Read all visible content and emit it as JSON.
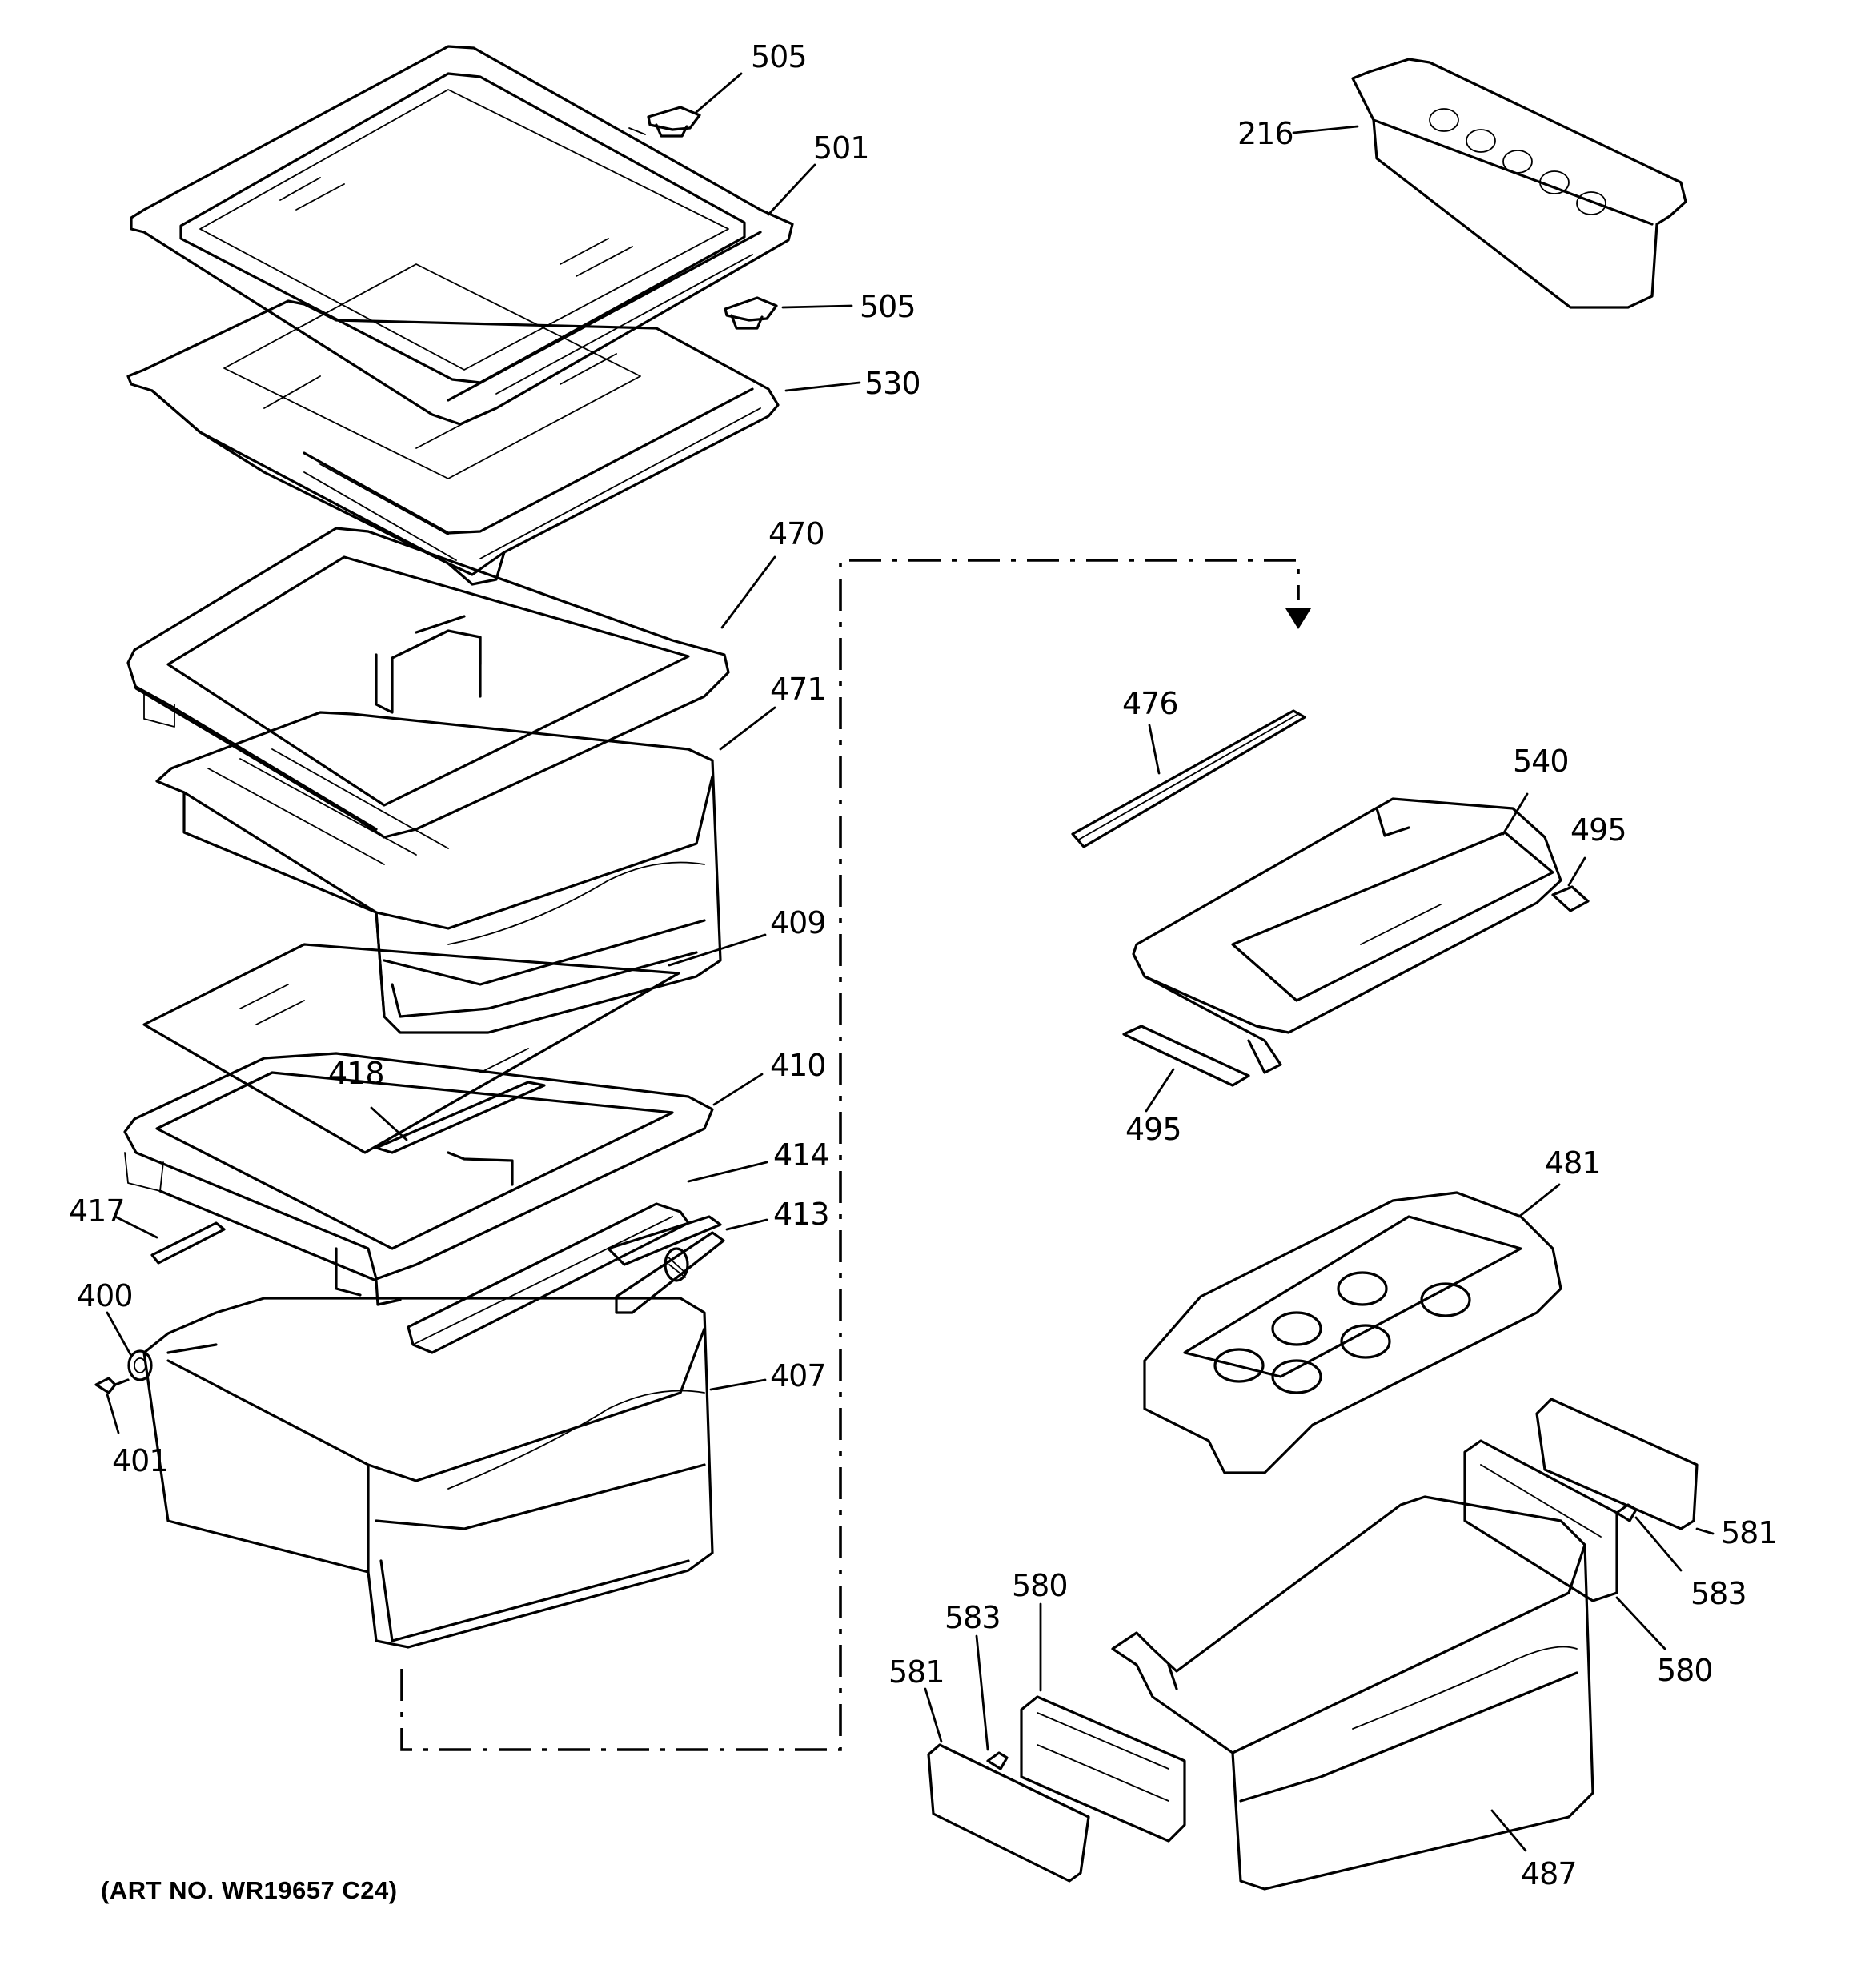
{
  "diagram": {
    "art_number": "(ART NO. WR19657 C24)",
    "callouts": [
      {
        "id": "c505a",
        "label": "505",
        "part": "505"
      },
      {
        "id": "c501",
        "label": "501",
        "part": "501"
      },
      {
        "id": "c505b",
        "label": "505",
        "part": "505"
      },
      {
        "id": "c530",
        "label": "530",
        "part": "530"
      },
      {
        "id": "c216",
        "label": "216",
        "part": "216"
      },
      {
        "id": "c470",
        "label": "470",
        "part": "470"
      },
      {
        "id": "c471",
        "label": "471",
        "part": "471"
      },
      {
        "id": "c409",
        "label": "409",
        "part": "409"
      },
      {
        "id": "c418",
        "label": "418",
        "part": "418"
      },
      {
        "id": "c410",
        "label": "410",
        "part": "410"
      },
      {
        "id": "c414",
        "label": "414",
        "part": "414"
      },
      {
        "id": "c417",
        "label": "417",
        "part": "417"
      },
      {
        "id": "c413",
        "label": "413",
        "part": "413"
      },
      {
        "id": "c400",
        "label": "400",
        "part": "400"
      },
      {
        "id": "c401",
        "label": "401",
        "part": "401"
      },
      {
        "id": "c407",
        "label": "407",
        "part": "407"
      },
      {
        "id": "c476",
        "label": "476",
        "part": "476"
      },
      {
        "id": "c540",
        "label": "540",
        "part": "540"
      },
      {
        "id": "c495a",
        "label": "495",
        "part": "495"
      },
      {
        "id": "c495b",
        "label": "495",
        "part": "495"
      },
      {
        "id": "c481",
        "label": "481",
        "part": "481"
      },
      {
        "id": "c581a",
        "label": "581",
        "part": "581"
      },
      {
        "id": "c583a",
        "label": "583",
        "part": "583"
      },
      {
        "id": "c580a",
        "label": "580",
        "part": "580"
      },
      {
        "id": "c580b",
        "label": "580",
        "part": "580"
      },
      {
        "id": "c583b",
        "label": "583",
        "part": "583"
      },
      {
        "id": "c581b",
        "label": "581",
        "part": "581"
      },
      {
        "id": "c487",
        "label": "487",
        "part": "487"
      }
    ]
  }
}
